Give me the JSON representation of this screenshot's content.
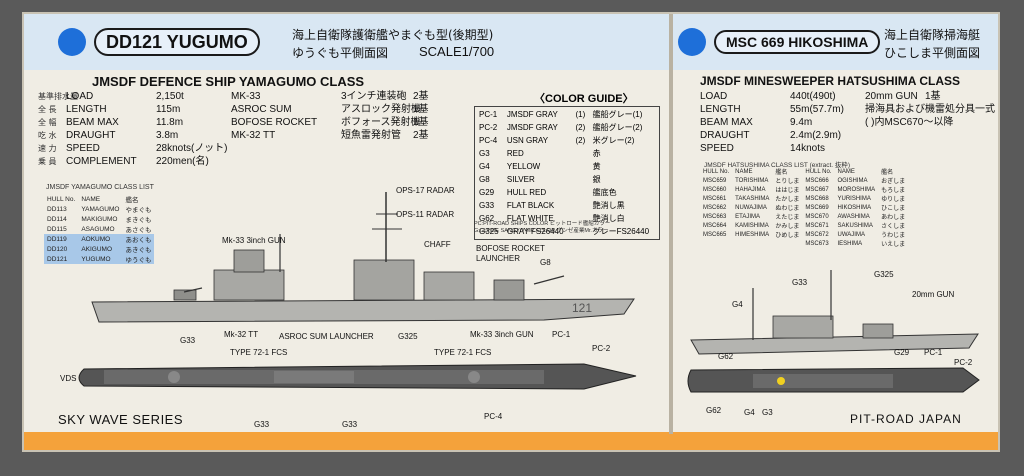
{
  "left": {
    "badge": "DD121 YUGUMO",
    "sub1": "海上自衛隊護衛艦やまぐも型(後期型)",
    "sub2": "ゆうぐも平側面図",
    "scale": "SCALE1/700",
    "title": "JMSDF DEFENCE SHIP YAMAGUMO CLASS",
    "specs": [
      {
        "jp": "基準排水量",
        "k": "LOAD",
        "v": "2,150t",
        "k2": "MK-33",
        "v2": "3インチ連装砲",
        "n": "2基"
      },
      {
        "jp": "全 長",
        "k": "LENGTH",
        "v": "115m",
        "k2": "ASROC SUM",
        "v2": "アスロック発射機",
        "n": "1基"
      },
      {
        "jp": "全 幅",
        "k": "BEAM MAX",
        "v": "11.8m",
        "k2": "BOFOSE ROCKET",
        "v2": "ボフォース発射機",
        "n": "1基"
      },
      {
        "jp": "吃 水",
        "k": "DRAUGHT",
        "v": "3.8m",
        "k2": "MK-32 TT",
        "v2": "短魚雷発射管",
        "n": "2基"
      },
      {
        "jp": "速 力",
        "k": "SPEED",
        "v": "28knots(ノット)",
        "k2": "",
        "v2": "",
        "n": ""
      },
      {
        "jp": "乗 員",
        "k": "COMPLEMENT",
        "v": "220men(名)",
        "k2": "",
        "v2": "",
        "n": ""
      }
    ],
    "list_title": "JMSDF YAMAGUMO CLASS LIST",
    "list_headers": [
      "HULL No.",
      "NAME",
      "艦名"
    ],
    "list": [
      [
        "DD113",
        "YAMAGUMO",
        "やまぐも"
      ],
      [
        "DD114",
        "MAKIGUMO",
        "まきぐも"
      ],
      [
        "DD115",
        "ASAGUMO",
        "あさぐも"
      ],
      [
        "DD119",
        "AOKUMO",
        "あおくも"
      ],
      [
        "DD120",
        "AKIGUMO",
        "あきぐも"
      ],
      [
        "DD121",
        "YUGUMO",
        "ゆうぐも"
      ]
    ],
    "labels": {
      "ops17": "OPS-17 RADAR",
      "ops11": "OPS-11 RADAR",
      "mk33": "Mk-33 3inch GUN",
      "chaff": "CHAFF",
      "bofose": "BOFOSE ROCKET LAUNCHER",
      "g8": "G8",
      "g33": "G33",
      "mk32": "Mk-32 TT",
      "asroc": "ASROC SUM LAUNCHER",
      "g325": "G325",
      "mk33b": "Mk-33 3inch GUN",
      "pc1": "PC-1",
      "fcs1": "TYPE 72-1 FCS",
      "fcs2": "TYPE 72-1 FCS",
      "pc2": "PC-2",
      "vds": "VDS",
      "pc4": "PC-4",
      "hull_no": "121"
    },
    "series": "SKY WAVE SERIES"
  },
  "guide": {
    "title": "〈COLOR GUIDE〉",
    "rows": [
      [
        "PC-1",
        "JMSDF GRAY",
        "(1)",
        "艦船グレー(1)"
      ],
      [
        "PC-2",
        "JMSDF GRAY",
        "(2)",
        "艦船グレー(2)"
      ],
      [
        "PC-4",
        "USN GRAY",
        "(2)",
        "米グレー(2)"
      ],
      [
        "G3",
        "RED",
        "",
        "赤"
      ],
      [
        "G4",
        "YELLOW",
        "",
        "黄"
      ],
      [
        "G8",
        "SILVER",
        "",
        "銀"
      ],
      [
        "G29",
        "HULL RED",
        "",
        "艦底色"
      ],
      [
        "G33",
        "FLAT BLACK",
        "",
        "艶消し黒"
      ],
      [
        "G62",
        "FLAT WHITE",
        "",
        "艶消し白"
      ],
      [
        "G325",
        "GRAY FS26440",
        "",
        "グレーFS26440"
      ]
    ],
    "note1": "PC:PIT-ROAD SHIPS COLOR ピットロード艦船カラー",
    "note2": "G:GUNZE SANGYO MR.COLOR グンゼ産業Mr.カラー"
  },
  "right": {
    "badge": "MSC 669 HIKOSHIMA",
    "sub1": "海上自衛隊掃海艇",
    "sub2": "ひこしま平側面図",
    "title": "JMSDF MINESWEEPER HATSUSHIMA CLASS",
    "specs": [
      {
        "k": "LOAD",
        "v": "440t(490t)",
        "k2": "20mm GUN",
        "v2": "1基"
      },
      {
        "k": "LENGTH",
        "v": "55m(57.7m)",
        "k2": "掃海具および機雷処分具一式",
        "v2": ""
      },
      {
        "k": "BEAM MAX",
        "v": "9.4m",
        "k2": "( )内MSC670〜以降",
        "v2": ""
      },
      {
        "k": "DRAUGHT",
        "v": "2.4m(2.9m)",
        "k2": "",
        "v2": ""
      },
      {
        "k": "SPEED",
        "v": "14knots",
        "k2": "",
        "v2": ""
      }
    ],
    "list_title": "JMSDF HATSUSHIMA CLASS LIST (extract. 抜粋)",
    "list_headers": [
      "HULL No.",
      "NAME",
      "艦名",
      "HULL No.",
      "NAME",
      "艦名"
    ],
    "list": [
      [
        "MSC659",
        "TORISHIMA",
        "とりしま",
        "MSC666",
        "OGISHIMA",
        "おぎしま"
      ],
      [
        "MSC660",
        "HAHAJIMA",
        "ははじま",
        "MSC667",
        "MOROSHIMA",
        "もろしま"
      ],
      [
        "MSC661",
        "TAKASHIMA",
        "たかしま",
        "MSC668",
        "YURISHIMA",
        "ゆりしま"
      ],
      [
        "MSC662",
        "NUWAJIMA",
        "ぬわじま",
        "MSC669",
        "HIKOSHIMA",
        "ひこしま"
      ],
      [
        "MSC663",
        "ETAJIMA",
        "えたじま",
        "MSC670",
        "AWASHIMA",
        "あわしま"
      ],
      [
        "MSC664",
        "KAMISHIMA",
        "かみしま",
        "MSC671",
        "SAKUSHIMA",
        "さくしま"
      ],
      [
        "MSC665",
        "HIMESHIMA",
        "ひめしま",
        "MSC672",
        "UWAJIMA",
        "うわじま"
      ],
      [
        "",
        "",
        "",
        "MSC673",
        "IESHIMA",
        "いえしま"
      ]
    ],
    "labels": {
      "g4": "G4",
      "g33": "G33",
      "g325": "G325",
      "gun20": "20mm GUN",
      "g62": "G62",
      "g29": "G29",
      "pc1": "PC-1",
      "pc2": "PC-2",
      "g62b": "G62",
      "g4b": "G4",
      "g3": "G3"
    },
    "brand": "PIT-ROAD  JAPAN"
  }
}
